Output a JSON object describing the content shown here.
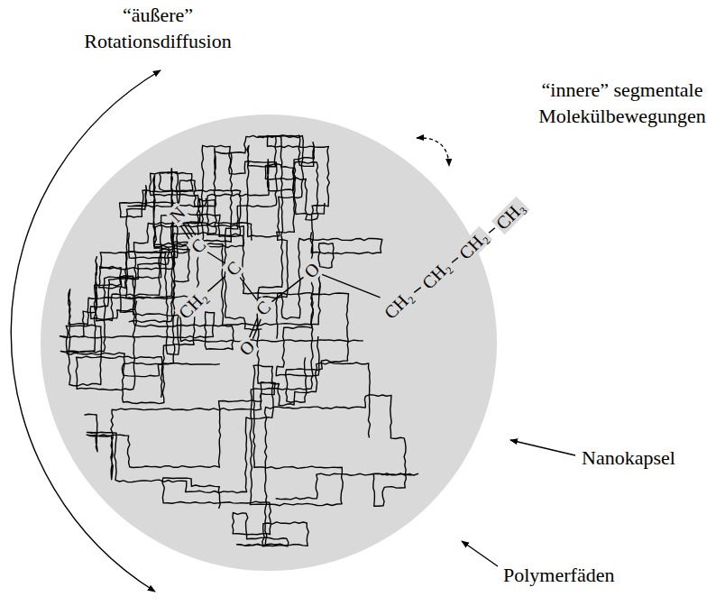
{
  "diagram": {
    "labels": [
      "“äußere” Rotationsdiffusion",
      "“innere” segmentale Molekülbewegungen",
      "N",
      "C",
      "C",
      "CH₂",
      "C",
      "O",
      "O",
      "CH₂",
      "CH₂",
      "CH₂",
      "CH₃",
      "Nanokapsel",
      "Polymerfäden"
    ]
  }
}
